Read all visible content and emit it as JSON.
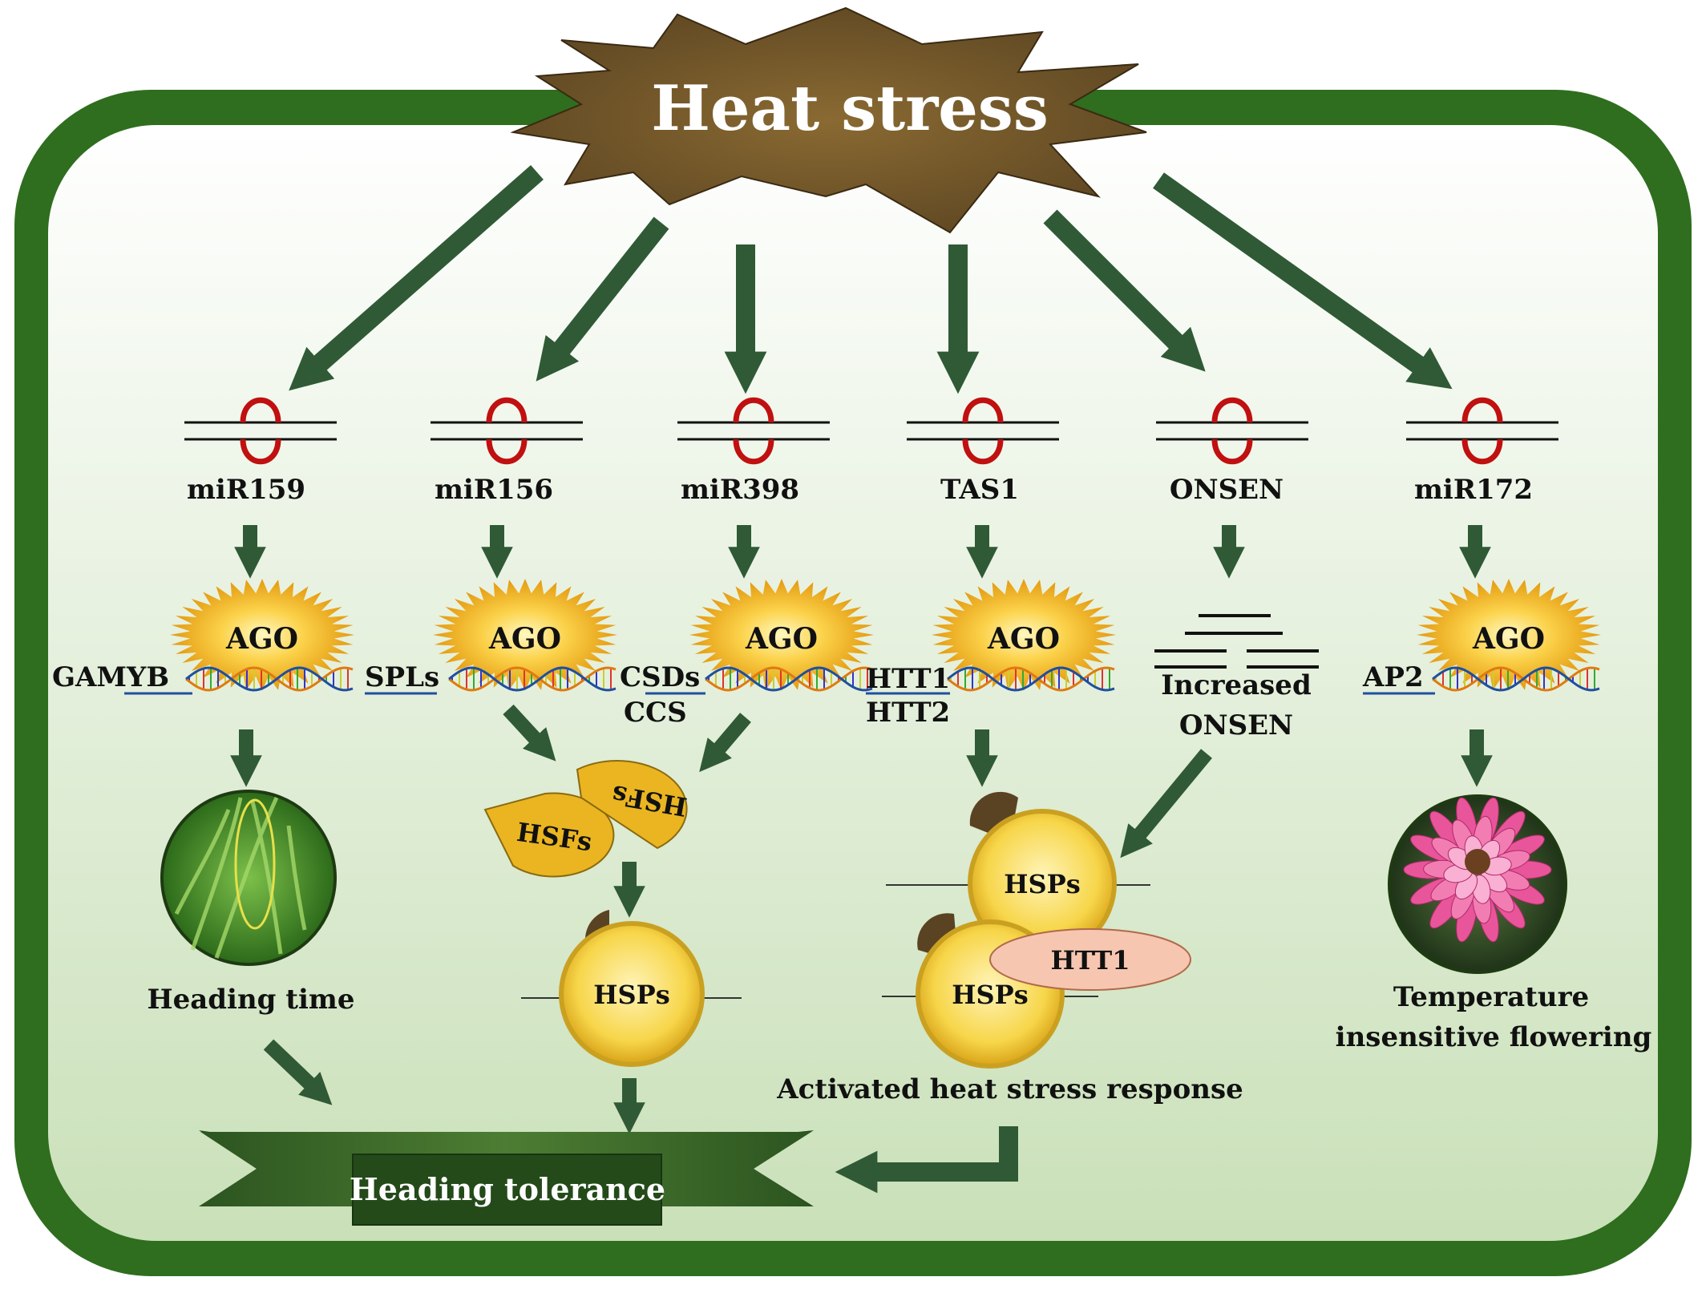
{
  "title": "Heat stress",
  "pathways": [
    {
      "id": "mir159",
      "label": "miR159",
      "mediator": "AGO",
      "target": "GAMYB"
    },
    {
      "id": "mir156",
      "label": "miR156",
      "mediator": "AGO",
      "target": "SPLs"
    },
    {
      "id": "mir398",
      "label": "miR398",
      "mediator": "AGO",
      "target": "CSDs",
      "target2": "CCS"
    },
    {
      "id": "tas1",
      "label": "TAS1",
      "mediator": "AGO",
      "target": "HTT1",
      "target2": "HTT2"
    },
    {
      "id": "onsen",
      "label": "ONSEN",
      "result_line1": "Increased",
      "result_line2": "ONSEN"
    },
    {
      "id": "mir172",
      "label": "miR172",
      "mediator": "AGO",
      "target": "AP2"
    }
  ],
  "hsfs": {
    "label_a": "HSFs",
    "label_b": "HSFs"
  },
  "hsps": {
    "label_left": "HSPs",
    "label_right_top": "HSPs",
    "label_right_bottom": "HSPs",
    "htt1": "HTT1"
  },
  "outcomes": {
    "heading_time": "Heading time",
    "activated_response": "Activated heat stress response",
    "flowering_line1": "Temperature",
    "flowering_line2": "insensitive flowering",
    "heading_tolerance": "Heading tolerance"
  },
  "colors": {
    "cell_wall": "#2e6e1e",
    "cell_inner_top": "#ffffff",
    "cell_inner_bottom": "#cfe3c0",
    "arrow": "#2f5a35",
    "ago_gold": "#f2b21c",
    "rna_loop": "#c01010",
    "hsp_fill": "#f7d64a",
    "htt1_fill": "#f6c6b0",
    "banner": "#2f5a25"
  },
  "icons": [
    "heat-star",
    "rice-panicle-photo",
    "dahlia-flower-photo",
    "dna-helix",
    "hairpin-rna"
  ]
}
